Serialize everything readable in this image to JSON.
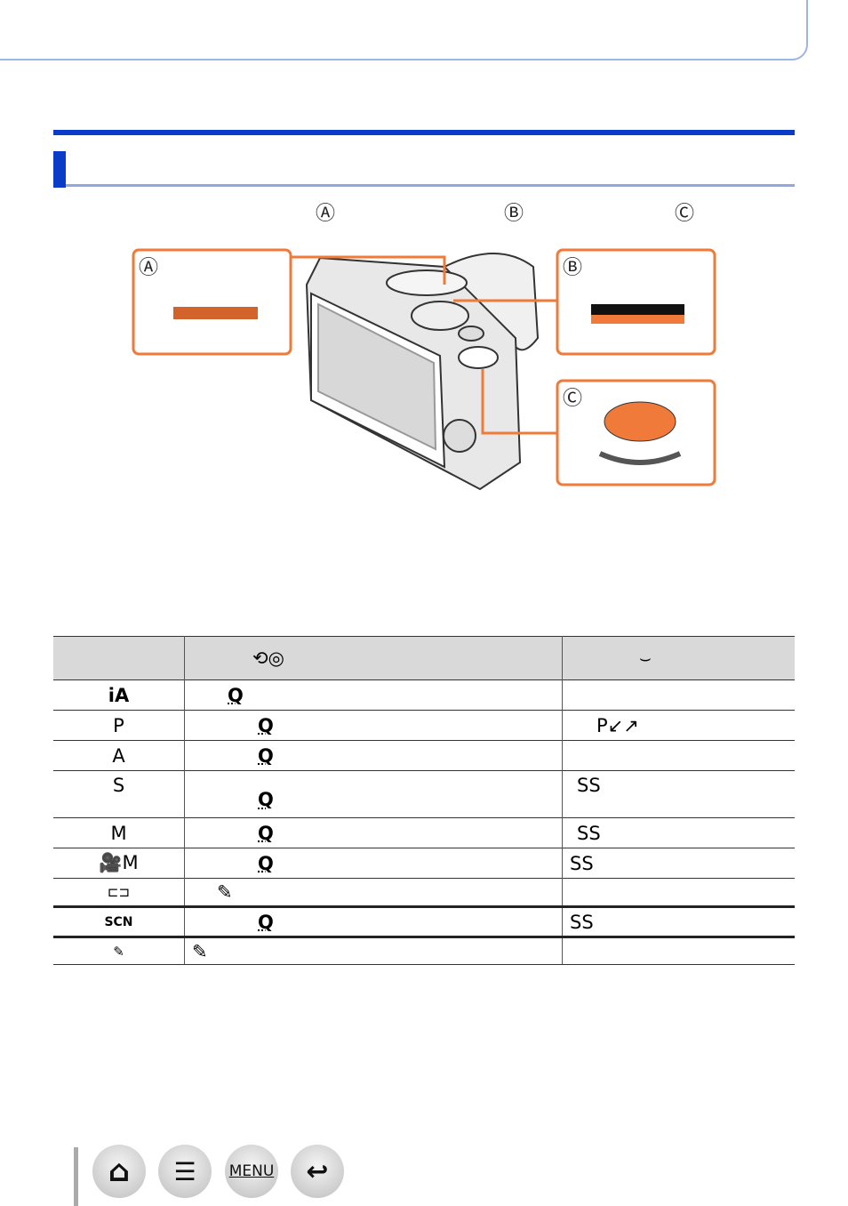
{
  "callouts": {
    "a": "Ⓐ",
    "b": "Ⓑ",
    "c": "Ⓒ"
  },
  "table": {
    "header": [
      "",
      "⟲◎",
      "⌣"
    ],
    "rows": [
      {
        "mode": "iA",
        "ring": "Q",
        "dial": ""
      },
      {
        "mode": "P",
        "ring": "Q",
        "dial": "P↙↗"
      },
      {
        "mode": "A",
        "ring": "Q",
        "dial": ""
      },
      {
        "mode": "S",
        "ring": "Q",
        "dial": "SS"
      },
      {
        "mode": "M",
        "ring": "Q",
        "dial": "SS"
      },
      {
        "mode": "🎥M",
        "ring": "Q",
        "dial": "SS"
      },
      {
        "mode": "⊏⊐",
        "ring": "✎",
        "dial": ""
      },
      {
        "mode": "SCN",
        "ring": "Q",
        "dial": "SS"
      },
      {
        "mode": "✎",
        "ring": "✎",
        "dial": ""
      }
    ]
  },
  "nav": {
    "home": "⌂",
    "toc": "☰",
    "menu": "MENU",
    "back": "↩"
  },
  "colors": {
    "accent": "#0a3cc8",
    "orange": "#f07a3a"
  }
}
